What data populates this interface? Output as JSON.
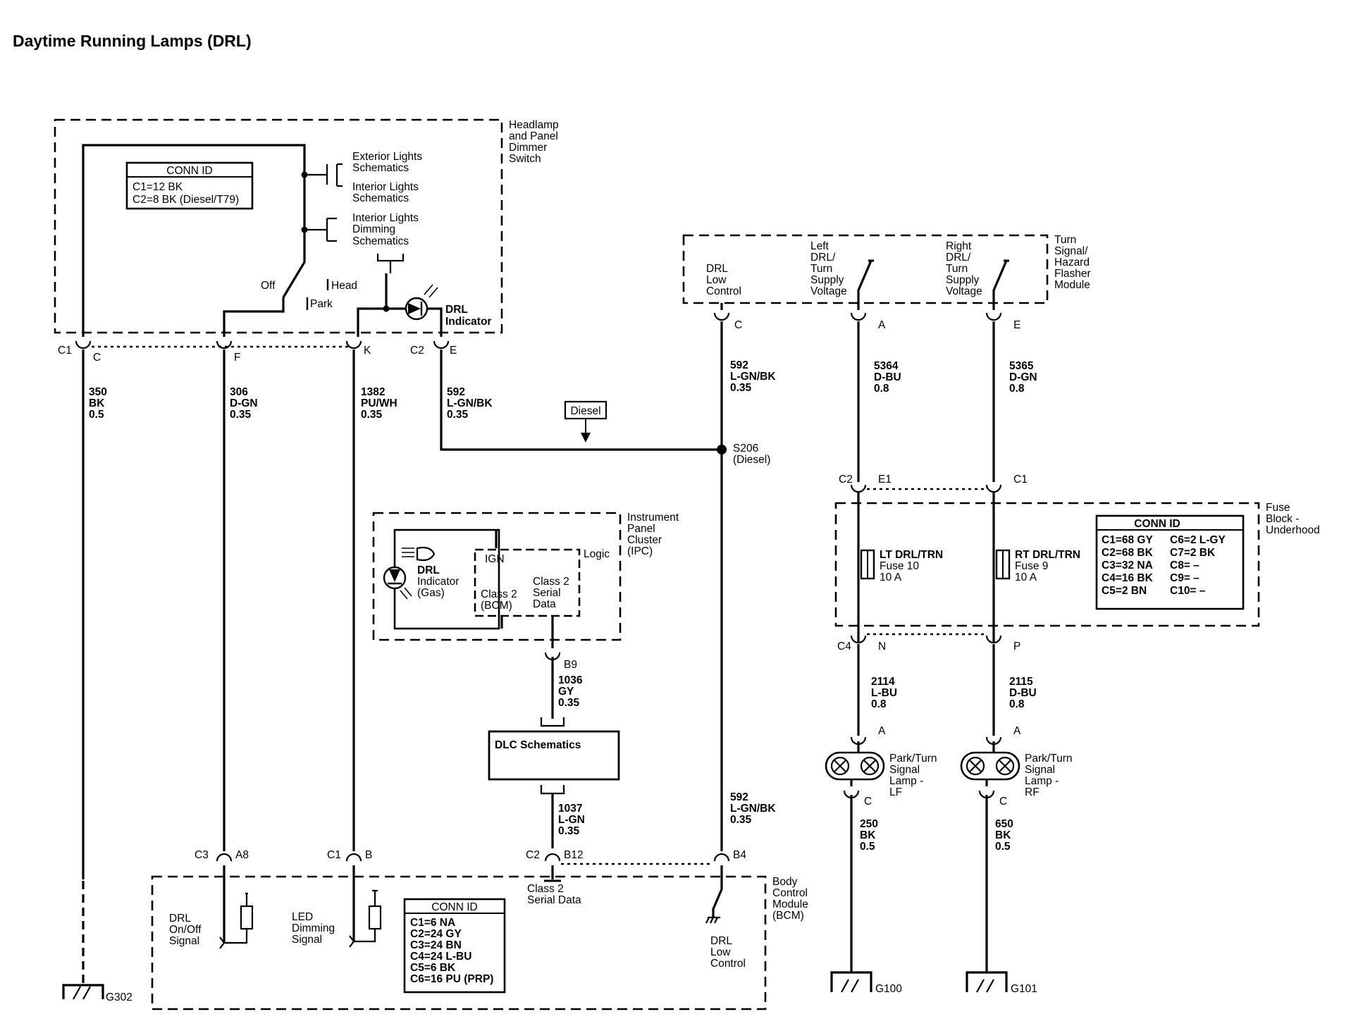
{
  "title": "Daytime Running Lamps (DRL)",
  "headlamp_switch": {
    "name": [
      "Headlamp",
      "and Panel",
      "Dimmer",
      "Switch"
    ],
    "conn_id_title": "CONN ID",
    "conn_id": [
      "C1=12 BK",
      "C2=8 BK (Diesel/T79)"
    ],
    "refs": [
      [
        "Exterior Lights",
        "Schematics"
      ],
      [
        "Interior Lights",
        "Schematics"
      ],
      [
        "Interior Lights",
        "Dimming",
        "Schematics"
      ]
    ],
    "positions": [
      "Off",
      "Head",
      "Park"
    ],
    "drl_indicator": [
      "DRL",
      "Indicator"
    ],
    "pins": [
      "C1",
      "C",
      "F",
      "K",
      "C2",
      "E"
    ]
  },
  "wires_top": [
    [
      "350",
      "BK",
      "0.5"
    ],
    [
      "306",
      "D-GN",
      "0.35"
    ],
    [
      "1382",
      "PU/WH",
      "0.35"
    ],
    [
      "592",
      "L-GN/BK",
      "0.35"
    ]
  ],
  "diesel_label": "Diesel",
  "splice": [
    "S206",
    "(Diesel)"
  ],
  "turn_module": {
    "name": [
      "Turn",
      "Signal/",
      "Hazard",
      "Flasher",
      "Module"
    ],
    "drl_low": [
      "DRL",
      "Low",
      "Control"
    ],
    "left": [
      "Left",
      "DRL/",
      "Turn",
      "Supply",
      "Voltage"
    ],
    "right": [
      "Right",
      "DRL/",
      "Turn",
      "Supply",
      "Voltage"
    ],
    "pins": [
      "C",
      "A",
      "E"
    ]
  },
  "wire_592_a": [
    "592",
    "L-GN/BK",
    "0.35"
  ],
  "wire_5364": [
    "5364",
    "D-BU",
    "0.8"
  ],
  "wire_5365": [
    "5365",
    "D-GN",
    "0.8"
  ],
  "fuse_block": {
    "name": [
      "Fuse",
      "Block -",
      "Underhood"
    ],
    "top_pins": [
      "C2",
      "E1",
      "C1"
    ],
    "bottom_pins": [
      "C4",
      "N",
      "P"
    ],
    "fuse_lt": [
      "LT DRL/TRN",
      "Fuse 10",
      "10 A"
    ],
    "fuse_rt": [
      "RT DRL/TRN",
      "Fuse 9",
      "10 A"
    ],
    "conn_id_title": "CONN ID",
    "conn_id_left": [
      "C1=68 GY",
      "C2=68 BK",
      "C3=32 NA",
      "C4=16 BK",
      "C5=2 BN"
    ],
    "conn_id_right": [
      "C6=2 L-GY",
      "C7=2 BK",
      "C8= –",
      "C9= –",
      "C10= –"
    ]
  },
  "wire_2114": [
    "2114",
    "L-BU",
    "0.8"
  ],
  "wire_2115": [
    "2115",
    "D-BU",
    "0.8"
  ],
  "lamp_lf": [
    "Park/Turn",
    "Signal",
    "Lamp -",
    "LF"
  ],
  "lamp_rf": [
    "Park/Turn",
    "Signal",
    "Lamp -",
    "RF"
  ],
  "lamp_pins": [
    "A",
    "C"
  ],
  "wire_250": [
    "250",
    "BK",
    "0.5"
  ],
  "wire_650": [
    "650",
    "BK",
    "0.5"
  ],
  "grounds": [
    "G302",
    "G100",
    "G101"
  ],
  "ipc": {
    "name": [
      "Instrument",
      "Panel",
      "Cluster",
      "(IPC)"
    ],
    "logic": "Logic",
    "ign": "IGN",
    "class2_bcm": [
      "Class 2",
      "(BCM)"
    ],
    "class2_data": [
      "Class 2",
      "Serial",
      "Data"
    ],
    "drl_gas": [
      "DRL",
      "Indicator",
      "(Gas)"
    ],
    "pin": "B9"
  },
  "wire_1036": [
    "1036",
    "GY",
    "0.35"
  ],
  "dlc": "DLC Schematics",
  "wire_1037": [
    "1037",
    "L-GN",
    "0.35"
  ],
  "wire_592_b": [
    "592",
    "L-GN/BK",
    "0.35"
  ],
  "bcm": {
    "name": [
      "Body",
      "Control",
      "Module",
      "(BCM)"
    ],
    "pins": [
      "C3",
      "A8",
      "C1",
      "B",
      "C2",
      "B12",
      "B4"
    ],
    "drl_onoff": [
      "DRL",
      "On/Off",
      "Signal"
    ],
    "led_dim": [
      "LED",
      "Dimming",
      "Signal"
    ],
    "class2": [
      "Class 2",
      "Serial Data"
    ],
    "drl_low": [
      "DRL",
      "Low",
      "Control"
    ],
    "conn_id_title": "CONN ID",
    "conn_id": [
      "C1=6 NA",
      "C2=24 GY",
      "C3=24 BN",
      "C4=24 L-BU",
      "C5=6 BK",
      "C6=16 PU (PRP)"
    ]
  }
}
